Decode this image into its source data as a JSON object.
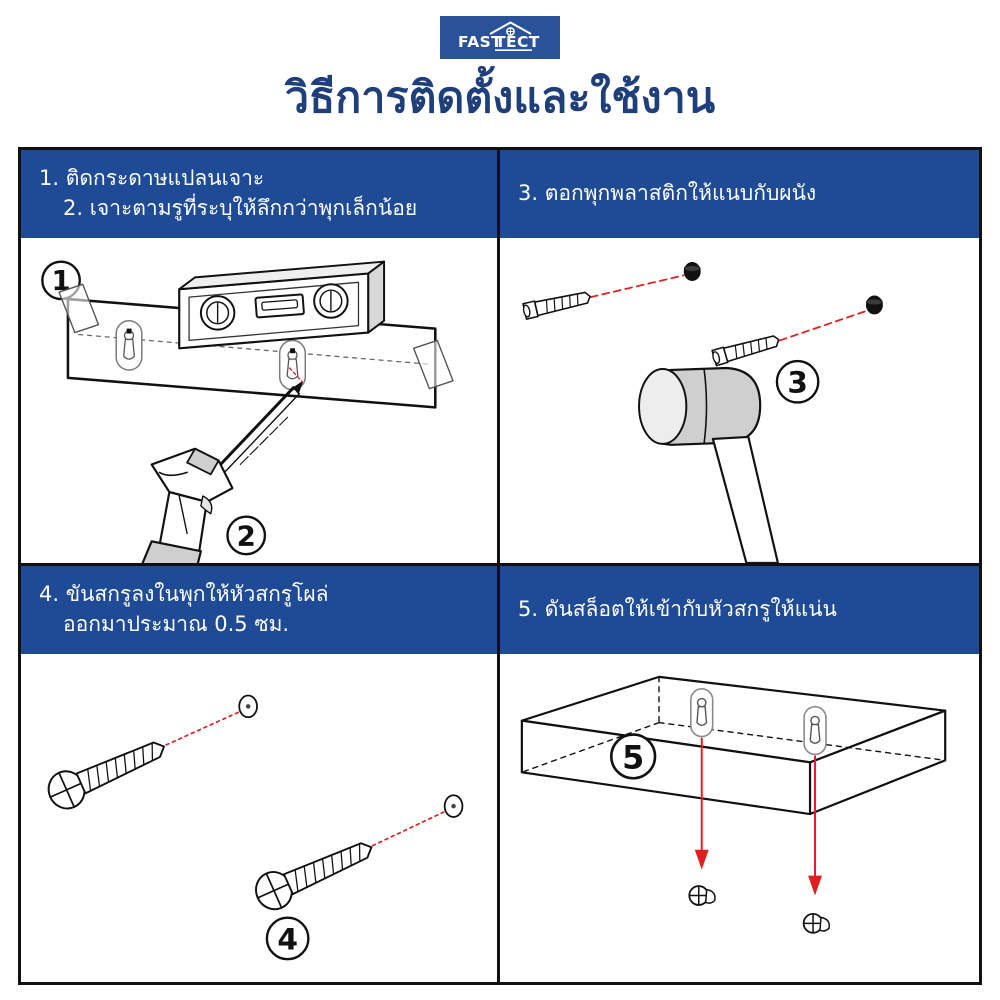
{
  "brand": {
    "name": "FASTTECT",
    "word_part1": "FAST",
    "word_part2": "TECT",
    "logo_bg": "#2a5298",
    "logo_fg": "#ffffff"
  },
  "header": {
    "title": "วิธีการติดตั้งและใช้งาน",
    "title_color": "#1f3f7a"
  },
  "theme": {
    "header_band": "#1f4b96",
    "border": "#111111",
    "accent_red": "#e02020",
    "page_bg": "#ffffff",
    "line_ink": "#1a1a1a",
    "metal_gray": "#c9c9c9",
    "light_gray": "#e8e8e8"
  },
  "panels": [
    {
      "id": "panel-1",
      "marker_primary": "1",
      "marker_secondary": "2",
      "lines": [
        "1. ติดกระดาษแปลนเจาะ",
        "2. เจาะตามรูที่ระบุให้ลึกกว่าพุกเล็กน้อย"
      ],
      "figure": "level-template-drill",
      "figure_parts": [
        "spirit-level",
        "drill-template-paper",
        "corner-tape",
        "keyhole-slot",
        "power-drill",
        "drill-bit",
        "alignment-dashed-line"
      ]
    },
    {
      "id": "panel-3",
      "marker_primary": "3",
      "lines": [
        "3. ตอกพุกพลาสติกให้แนบกับผนัง"
      ],
      "figure": "mallet-and-wall-anchors",
      "figure_parts": [
        "rubber-mallet",
        "wall-anchor",
        "drilled-hole",
        "red-dashed-trajectory"
      ]
    },
    {
      "id": "panel-4",
      "marker_primary": "4",
      "lines": [
        "4. ขันสกรูลงในพุกให้หัวสกรูโผล่",
        "ออกมาประมาณ 0.5 ซม."
      ],
      "figure": "screws-into-anchors",
      "figure_parts": [
        "phillips-screw",
        "anchor-hole",
        "red-dotted-trajectory"
      ]
    },
    {
      "id": "panel-5",
      "marker_primary": "5",
      "lines": [
        "5. ดันสล็อตให้เข้ากับหัวสกรูให้แน่น"
      ],
      "figure": "shelf-onto-screw-heads",
      "figure_parts": [
        "shelf-box",
        "keyhole-slot",
        "red-down-arrow",
        "screw-head"
      ]
    }
  ]
}
